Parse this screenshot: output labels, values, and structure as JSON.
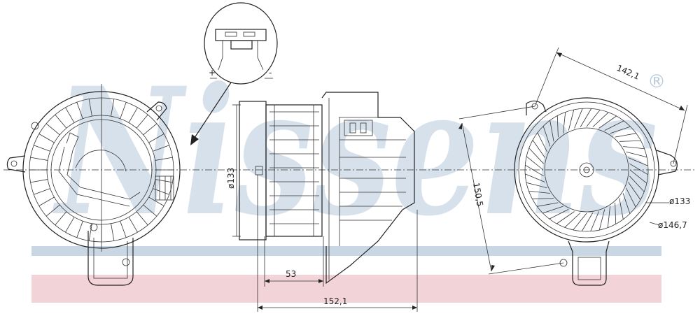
{
  "watermark": {
    "brand": "Nissens",
    "registered": "®"
  },
  "colors": {
    "stripe_blue": "#c9d7e4",
    "stripe_pink": "#f2d3d8",
    "watermark": "#b7cadb",
    "drawing": "#222222"
  },
  "connector": {
    "plus_label": "+",
    "minus_label": "-"
  },
  "dimensions": {
    "side_length": "152,1",
    "side_depth": "53",
    "side_diameter": "ø133",
    "front_mount_span": "142,1",
    "front_mount_offset": "150,5",
    "front_diameter_inner": "ø133",
    "front_diameter_outer": "ø146,7"
  }
}
